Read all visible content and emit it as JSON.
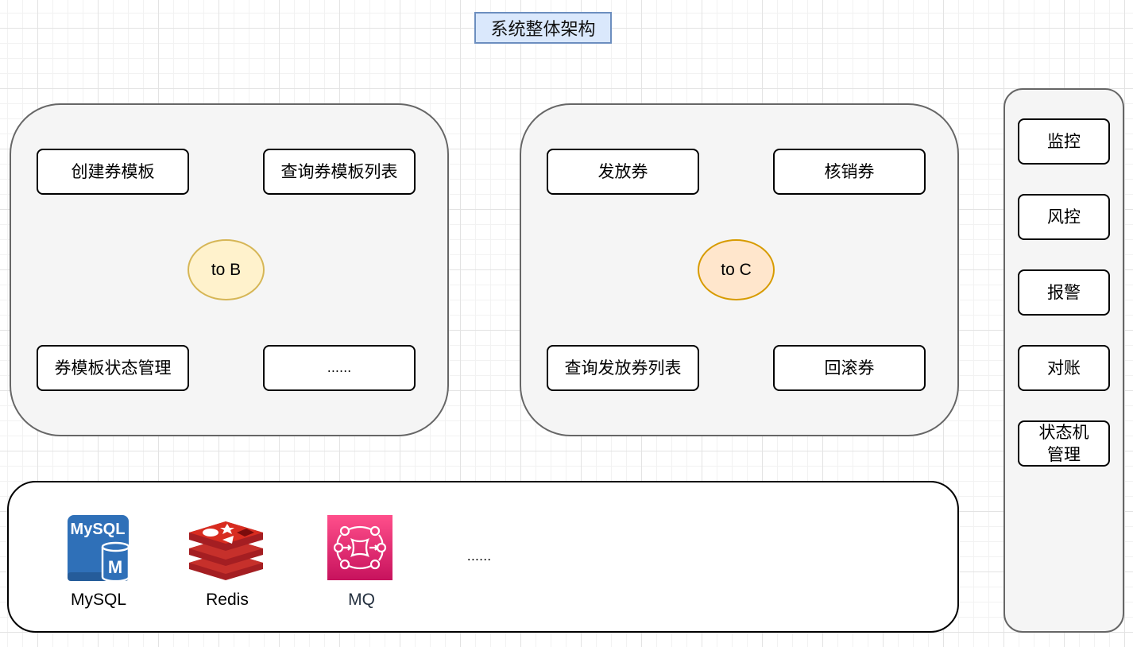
{
  "title": "系统整体架构",
  "to_b": {
    "label": "to B",
    "items": [
      "创建券模板",
      "查询券模板列表",
      "券模板状态管理",
      "......"
    ]
  },
  "to_c": {
    "label": "to C",
    "items": [
      "发放券",
      "核销券",
      "查询发放券列表",
      "回滚券"
    ]
  },
  "infrastructure": {
    "components": [
      {
        "name": "MySQL",
        "icon": "mysql-icon"
      },
      {
        "name": "Redis",
        "icon": "redis-icon"
      },
      {
        "name": "MQ",
        "icon": "mq-icon"
      }
    ],
    "more": "......"
  },
  "side_services": {
    "items": [
      "监控",
      "风控",
      "报警",
      "对账",
      "状态机管理"
    ]
  },
  "colors": {
    "title_fill": "#dae8fc",
    "title_stroke": "#6c8ebf",
    "to_b_fill": "#fff2cc",
    "to_b_stroke": "#d6b656",
    "to_c_fill": "#ffe6cc",
    "to_c_stroke": "#d79b00",
    "group_fill": "#f5f5f5",
    "mysql_blue": "#2f70b8",
    "redis_red": "#c6302b",
    "mq_pink": "#e7157b"
  }
}
